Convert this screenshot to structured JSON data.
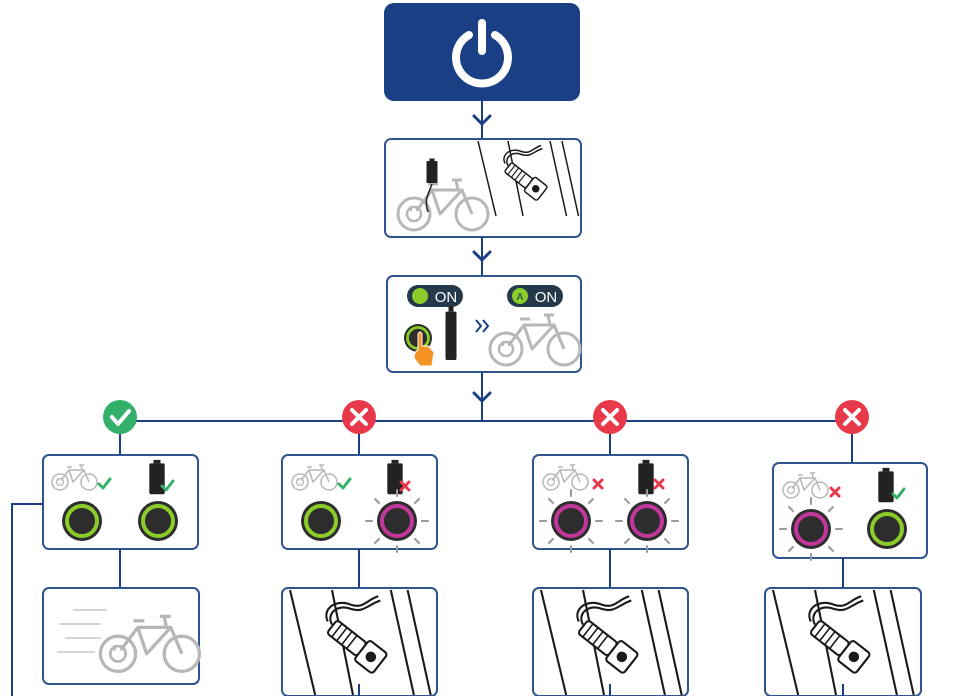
{
  "colors": {
    "navy": "#1b3f84",
    "panel_border": "#2f5590",
    "green_status": "#33b06a",
    "red_status": "#e8394b",
    "led_green": "#8ccc2a",
    "led_magenta": "#c2379c",
    "bike_gray": "#b7b7b7",
    "dark": "#222222",
    "hand_orange": "#f39325"
  },
  "icons": {
    "power": "power-icon",
    "check": "check-circle-icon",
    "cross": "cross-circle-icon",
    "bike": "ebike-icon",
    "battery": "battery-icon",
    "connector": "charger-connector-icon",
    "led": "led-ring-icon",
    "hand": "hand-press-icon"
  },
  "steps": {
    "on_badge_left": "ON",
    "on_badge_right": "ON",
    "assist_letter": "A"
  },
  "branches": [
    {
      "status": "ok",
      "bike_led": "green",
      "battery_led": "green",
      "bike_mark": "check",
      "battery_mark": "check",
      "result": "ride"
    },
    {
      "status": "error",
      "bike_led": "green",
      "battery_led": "magenta",
      "bike_mark": "check",
      "battery_mark": "cross",
      "result": "charge"
    },
    {
      "status": "error",
      "bike_led": "magenta",
      "battery_led": "magenta",
      "bike_mark": "cross",
      "battery_mark": "cross",
      "result": "charge"
    },
    {
      "status": "error",
      "bike_led": "magenta",
      "battery_led": "green",
      "bike_mark": "cross",
      "battery_mark": "check",
      "result": "charge"
    }
  ]
}
